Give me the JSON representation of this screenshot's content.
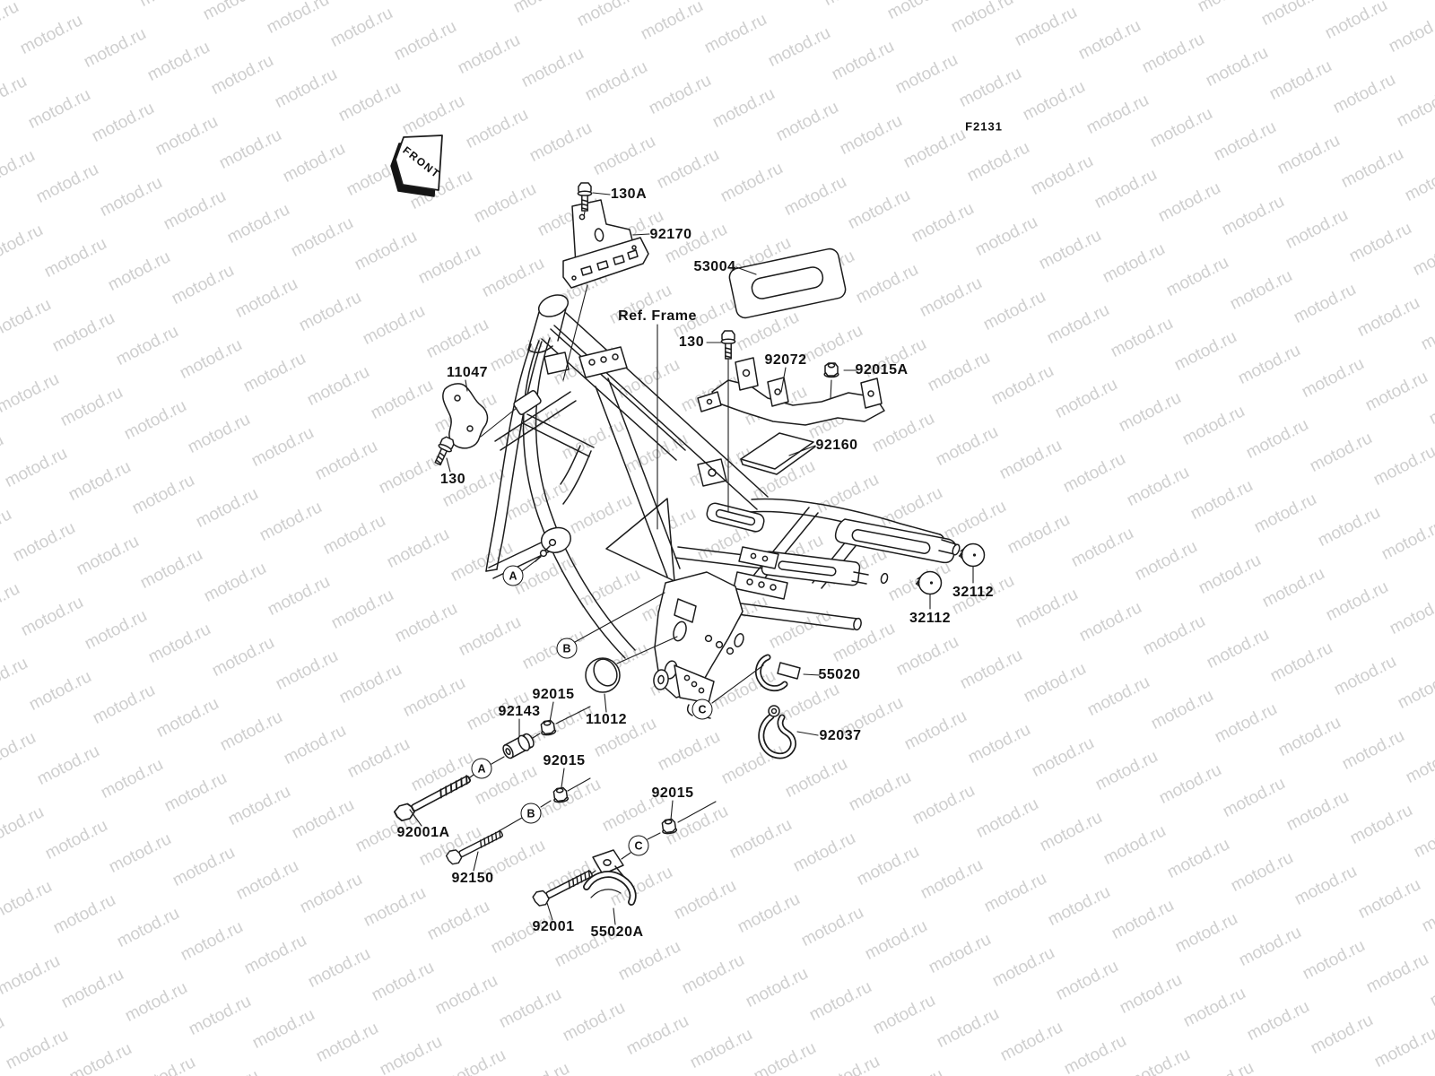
{
  "page": {
    "title": "F2131",
    "background": "#ffffff"
  },
  "watermark": {
    "text": "motod.ru",
    "color": "#cbcbcb",
    "font_size": 19,
    "angle_deg": -27
  },
  "figure": {
    "code": "F2131",
    "direction_label": "FRONT",
    "ref_label": "Ref. Frame"
  },
  "markers": {
    "a": "A",
    "b": "B",
    "c": "C"
  },
  "part_labels": {
    "p130a": "130A",
    "p92170": "92170",
    "p53004": "53004",
    "p130": "130",
    "p92072": "92072",
    "p92015a": "92015A",
    "p92160": "92160",
    "p11047": "11047",
    "p32112": "32112",
    "p55020": "55020",
    "p92037": "92037",
    "p11012": "11012",
    "p92015": "92015",
    "p92143": "92143",
    "p92001a": "92001A",
    "p92150": "92150",
    "p92001": "92001",
    "p55020a": "55020A"
  },
  "line_color": "#1c1c1c"
}
